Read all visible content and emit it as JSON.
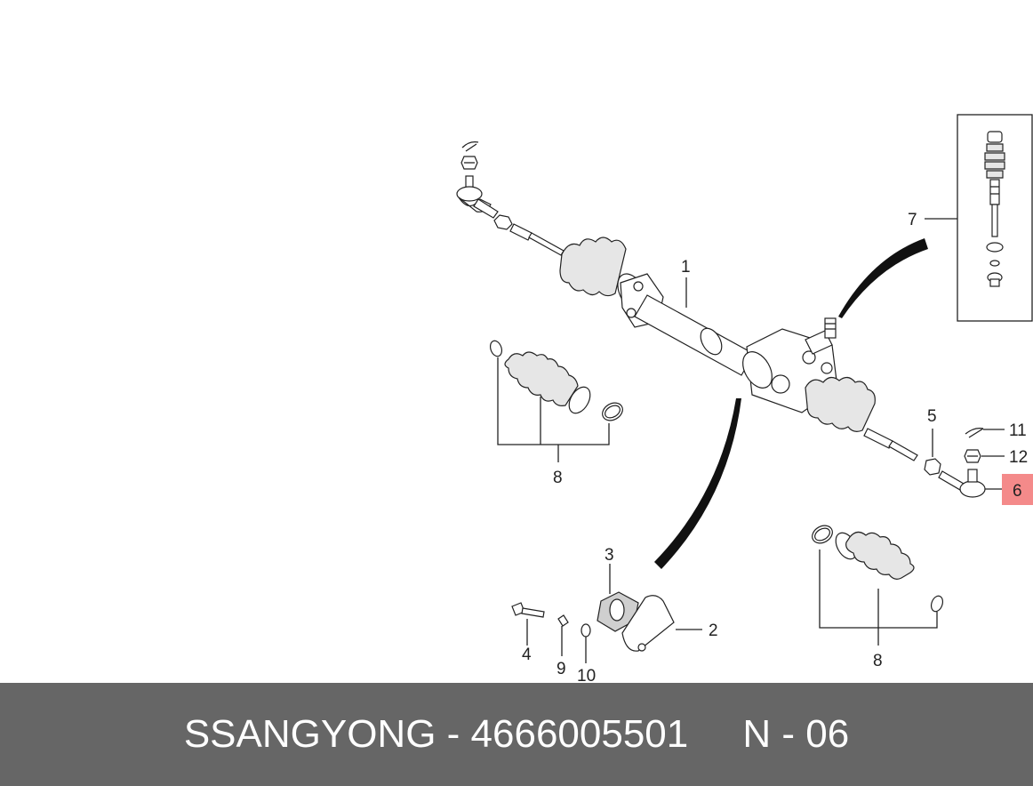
{
  "footer": {
    "caption": "SSANGYONG - 4666005501     N - 06"
  },
  "callouts": {
    "c1": "1",
    "c2": "2",
    "c3": "3",
    "c4": "4",
    "c5": "5",
    "c6": "6",
    "c7": "7",
    "c8_left": "8",
    "c8_right": "8",
    "c9": "9",
    "c10": "10",
    "c11": "11",
    "c12": "12"
  },
  "colors": {
    "highlight": "#f48a8a",
    "footer_bg": "#666666",
    "footer_text": "#ffffff",
    "line": "#222222"
  }
}
